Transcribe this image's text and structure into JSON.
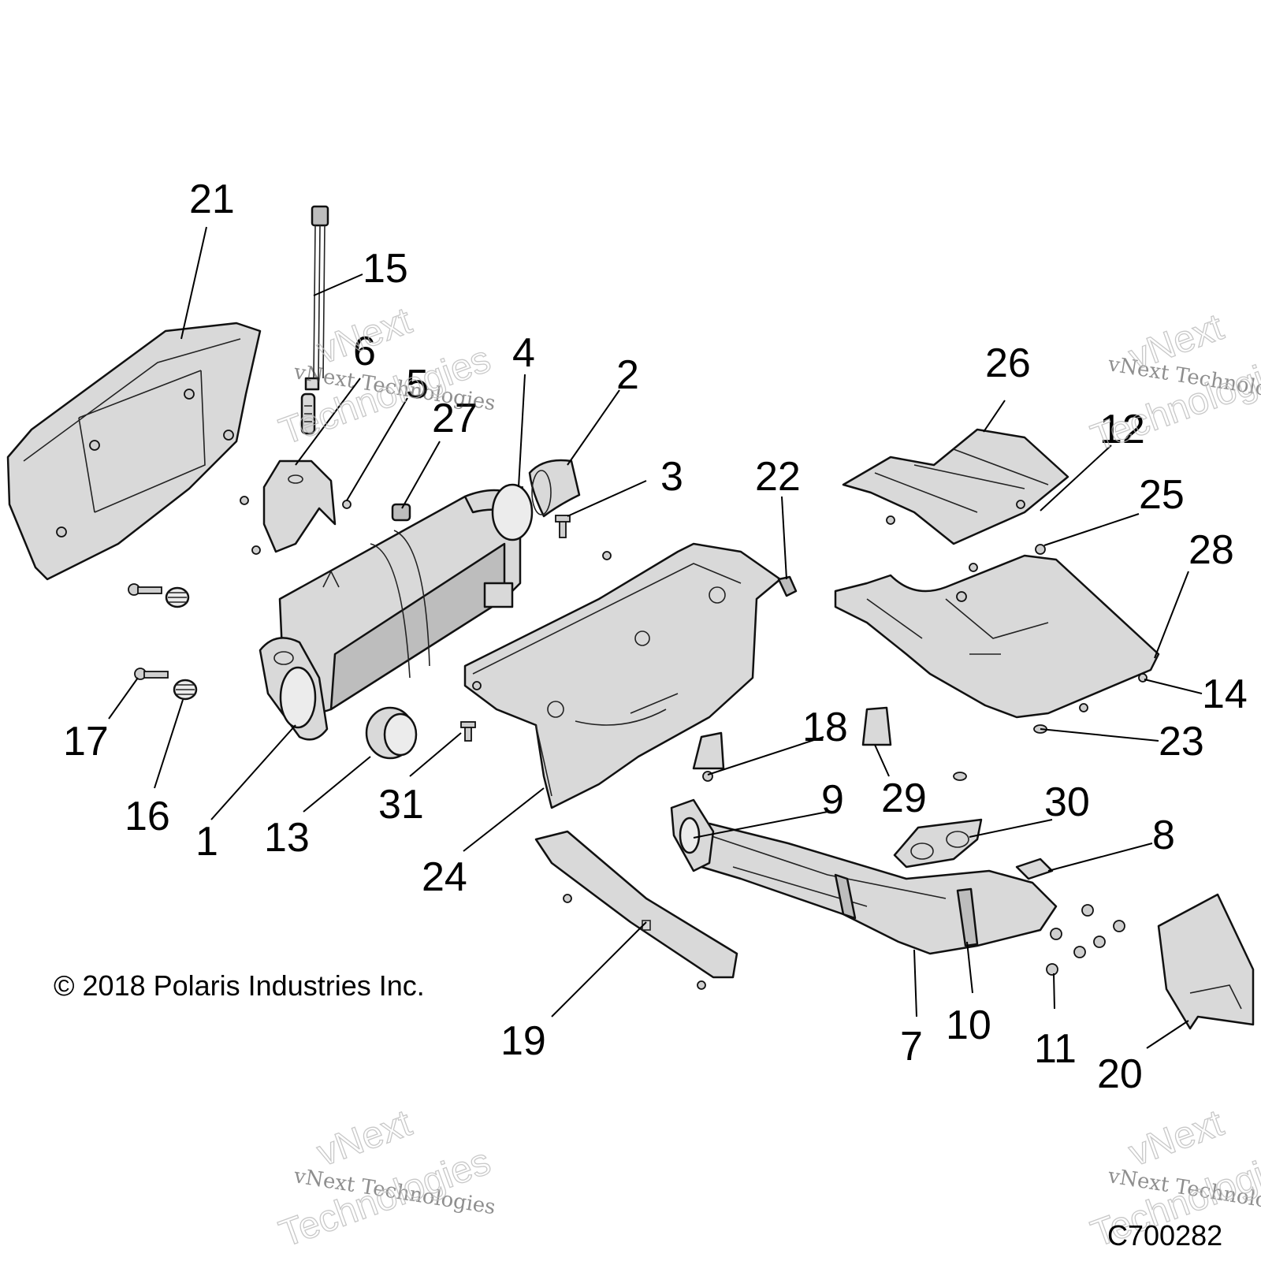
{
  "callouts": {
    "c1": "1",
    "c2": "2",
    "c3": "3",
    "c4": "4",
    "c5": "5",
    "c6": "6",
    "c7": "7",
    "c8": "8",
    "c9": "9",
    "c10": "10",
    "c11": "11",
    "c12": "12",
    "c13": "13",
    "c14": "14",
    "c15": "15",
    "c16": "16",
    "c17": "17",
    "c18": "18",
    "c19": "19",
    "c20": "20",
    "c21": "21",
    "c22": "22",
    "c23": "23",
    "c24": "24",
    "c25": "25",
    "c26": "26",
    "c27": "27",
    "c28": "28",
    "c29": "29",
    "c30": "30",
    "c31": "31"
  },
  "copyright": "© 2018 Polaris Industries Inc.",
  "diagram_id": "C700282",
  "watermark": {
    "brand_line": "vNext Technologies",
    "brand_top": "vNext",
    "brand_bottom": "Technologies"
  }
}
